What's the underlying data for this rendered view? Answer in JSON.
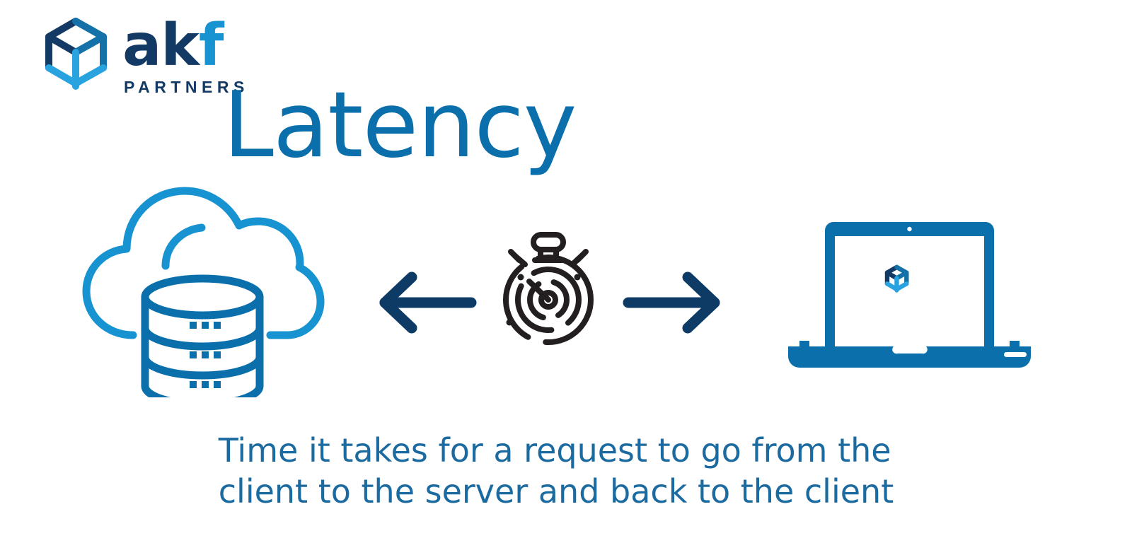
{
  "brand": {
    "mark_name": "akf-cube-logo-mark",
    "letters": {
      "a": "a",
      "k": "k",
      "f": "f"
    },
    "subtitle": "PARTNERS",
    "colors": {
      "navy": "#123A64",
      "light_blue": "#1793D1"
    }
  },
  "title": "Latency",
  "diagram": {
    "server_icon": {
      "name": "cloud-database-icon",
      "cloud_color": "#1793D1",
      "database_color": "#0B6FAB",
      "database_tiers": 3,
      "dots_per_tier": 3
    },
    "arrow_left": {
      "name": "arrow-left-icon",
      "color": "#0D3B66",
      "direction": "left"
    },
    "timer_icon": {
      "name": "stopwatch-icon",
      "color": "#231F20"
    },
    "arrow_right": {
      "name": "arrow-right-icon",
      "color": "#0D3B66",
      "direction": "right"
    },
    "client_icon": {
      "name": "laptop-icon",
      "color": "#0B6FAB",
      "screen_logo": "akf-cube-logo-mark"
    }
  },
  "caption": {
    "line1": "Time it takes for a request to go from the",
    "line2": "client to the server and back to the client",
    "color": "#1C6BA0"
  },
  "colors": {
    "background": "#FFFFFF",
    "title_blue": "#0B6FAB",
    "accent_navy": "#123A64",
    "accent_light_blue": "#1793D1",
    "ink": "#231F20"
  }
}
